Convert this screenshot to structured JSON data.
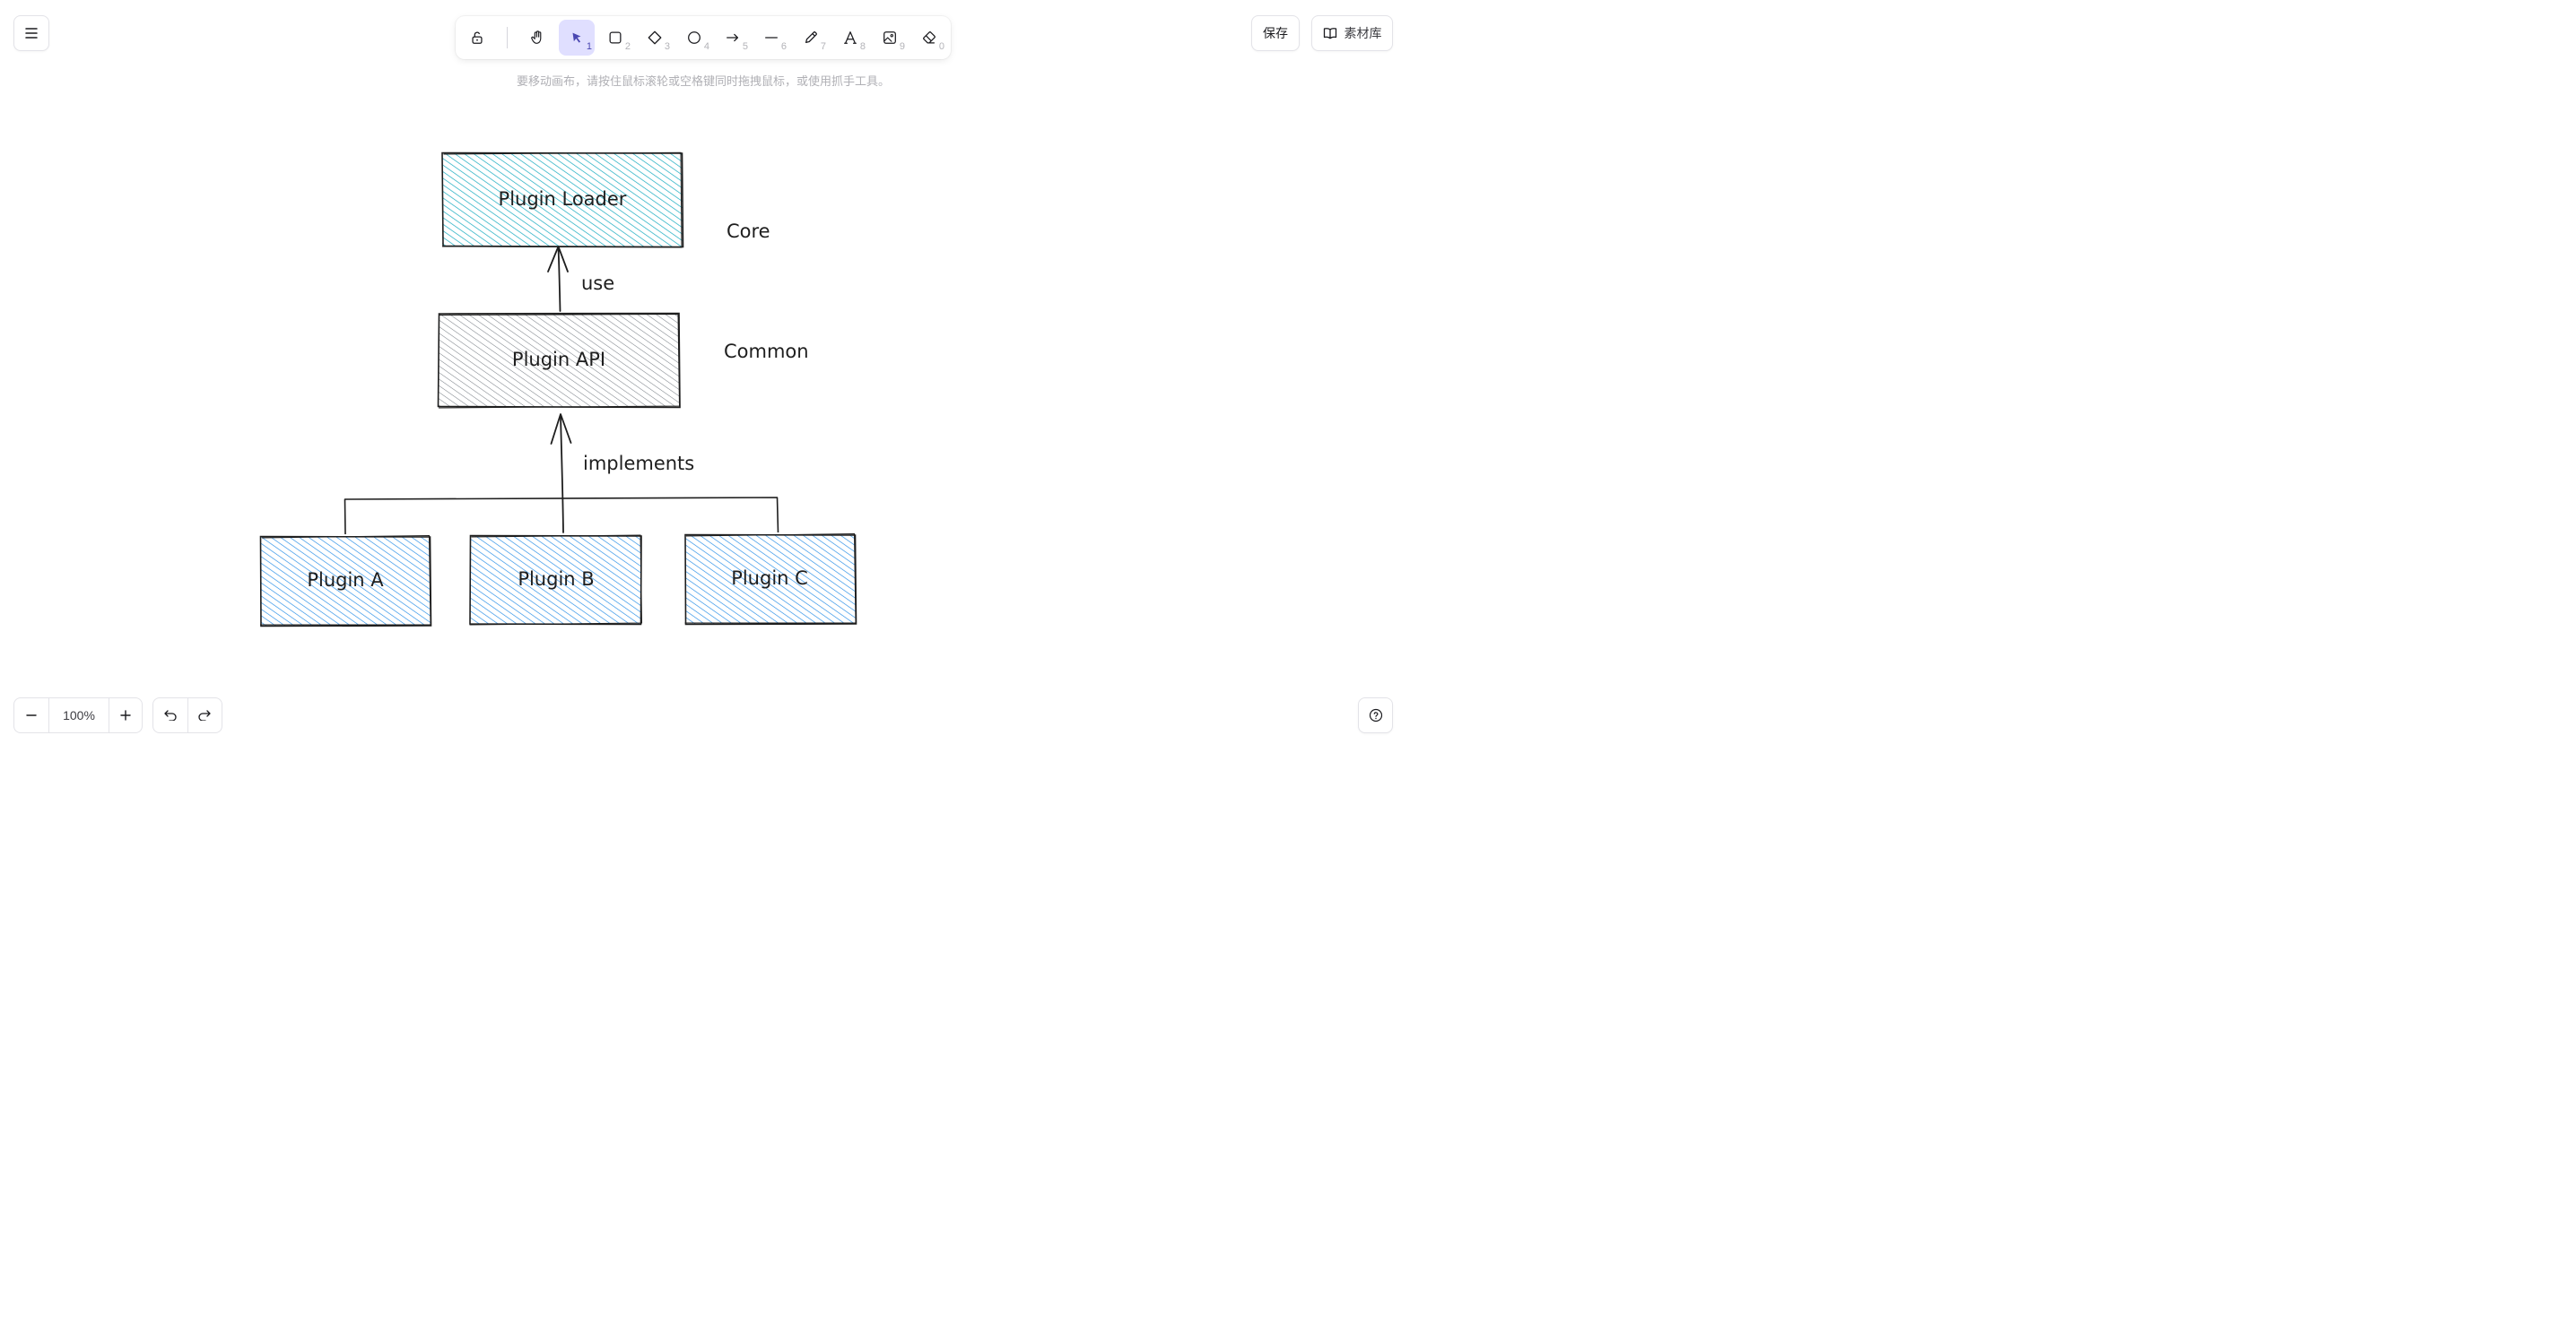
{
  "header": {
    "save_label": "保存",
    "library_label": "素材库"
  },
  "toolbar": {
    "tools": [
      {
        "name": "lock-icon",
        "key": ""
      },
      {
        "name": "hand-icon",
        "key": ""
      },
      {
        "name": "select-icon",
        "key": "1",
        "active": true
      },
      {
        "name": "rectangle-icon",
        "key": "2"
      },
      {
        "name": "diamond-icon",
        "key": "3"
      },
      {
        "name": "ellipse-icon",
        "key": "4"
      },
      {
        "name": "arrow-icon",
        "key": "5"
      },
      {
        "name": "line-icon",
        "key": "6"
      },
      {
        "name": "pencil-icon",
        "key": "7"
      },
      {
        "name": "text-icon",
        "key": "8"
      },
      {
        "name": "image-icon",
        "key": "9"
      },
      {
        "name": "eraser-icon",
        "key": "0"
      }
    ],
    "active_color": "#e0dfff"
  },
  "hint": "要移动画布，请按住鼠标滚轮或空格键同时拖拽鼠标，或使用抓手工具。",
  "canvas": {
    "boxes": {
      "loader": "Plugin Loader",
      "api": "Plugin API",
      "a": "Plugin A",
      "b": "Plugin B",
      "c": "Plugin C"
    },
    "labels": {
      "core": "Core",
      "common": "Common",
      "use": "use",
      "implements": "implements"
    },
    "colors": {
      "loader_fill": "#15aabf",
      "api_fill": "#868e96",
      "plugin_fill": "#228be6",
      "stroke": "#1e1e1e"
    }
  },
  "footer": {
    "zoom": "100%"
  }
}
